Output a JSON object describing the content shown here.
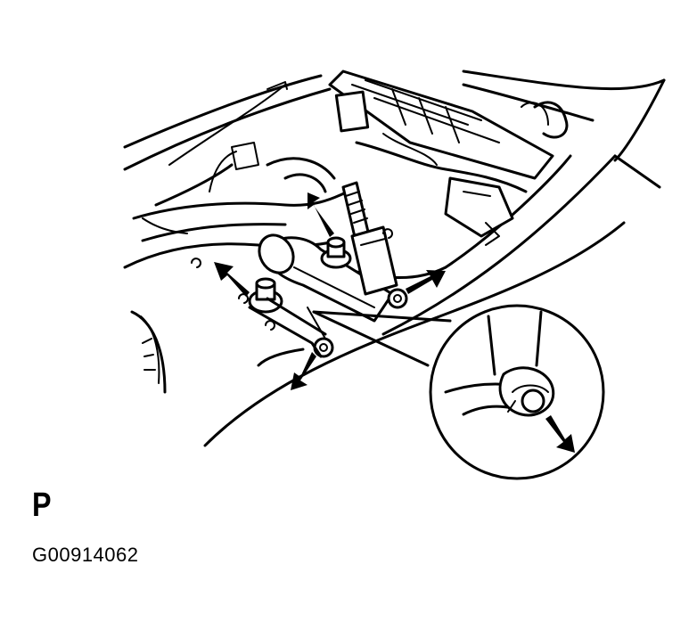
{
  "figure": {
    "pin_letter": "P",
    "figure_code": "G00914062"
  },
  "callouts": {
    "arrow_count": 5,
    "detail_view": "enlarged-clip-detail"
  },
  "colors": {
    "ink": "#000000",
    "paper": "#ffffff"
  }
}
